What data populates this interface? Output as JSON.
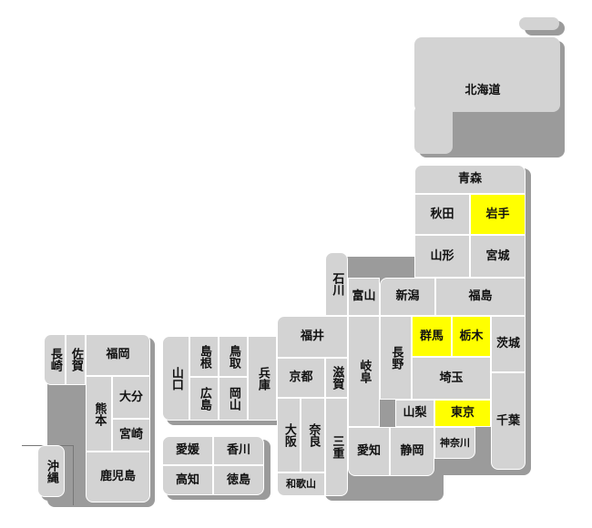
{
  "colors": {
    "default": "#d3d3d3",
    "selected": "#ffff00",
    "shadow": "#9b9b9b"
  },
  "prefectures": {
    "hokkaido": "北海道",
    "aomori": "青森",
    "akita": "秋田",
    "iwate": "岩手",
    "yamagata": "山形",
    "miyagi": "宮城",
    "niigata": "新潟",
    "fukushima": "福島",
    "ishikawa": "石川",
    "toyama": "富山",
    "gunma": "群馬",
    "tochigi": "栃木",
    "ibaraki": "茨城",
    "fukui": "福井",
    "gifu": "岐阜",
    "nagano": "長野",
    "saitama": "埼玉",
    "kyoto": "京都",
    "shiga": "滋賀",
    "yamanashi": "山梨",
    "tokyo": "東京",
    "chiba": "千葉",
    "kanagawa": "神奈川",
    "hyogo": "兵庫",
    "osaka": "大阪",
    "nara": "奈良",
    "mie": "三重",
    "aichi": "愛知",
    "shizuoka": "静岡",
    "wakayama": "和歌山",
    "shimane": "島根",
    "tottori": "鳥取",
    "yamaguchi": "山口",
    "hiroshima": "広島",
    "okayama": "岡山",
    "ehime": "愛媛",
    "kagawa": "香川",
    "kochi": "高知",
    "tokushima": "徳島",
    "nagasaki": "長崎",
    "saga": "佐賀",
    "fukuoka": "福岡",
    "kumamoto": "熊本",
    "oita": "大分",
    "miyazaki": "宮崎",
    "kagoshima": "鹿児島",
    "okinawa": "沖縄"
  },
  "selected": [
    "iwate",
    "gunma",
    "tochigi",
    "tokyo"
  ]
}
